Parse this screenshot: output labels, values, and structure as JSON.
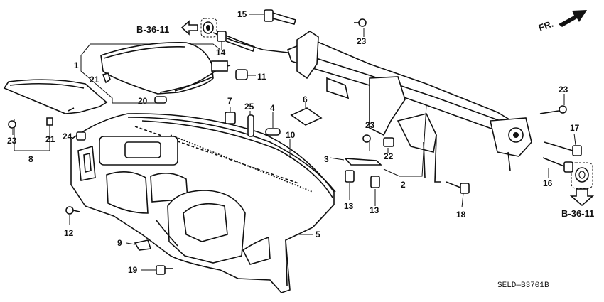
{
  "ref_top": "B-36-11",
  "ref_bottom": "B-36-11",
  "front_label": "FR.",
  "diagram_code": "SELD—B3701B",
  "callouts": [
    "1",
    "2",
    "3",
    "4",
    "5",
    "6",
    "7",
    "8",
    "9",
    "10",
    "11",
    "12",
    "13",
    "14",
    "15",
    "16",
    "17",
    "18",
    "19",
    "20",
    "21",
    "22",
    "23",
    "24",
    "25"
  ],
  "icons": [
    "front-direction-arrow-icon",
    "reference-arrow-left-icon",
    "reference-arrow-down-icon"
  ]
}
